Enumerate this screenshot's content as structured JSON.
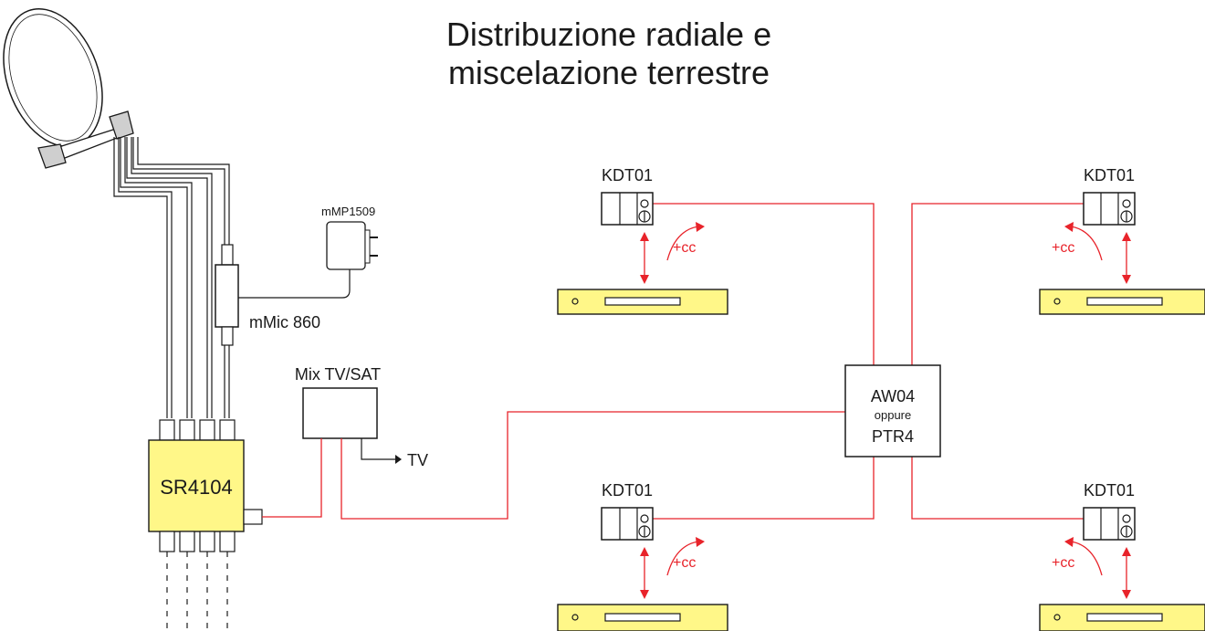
{
  "title": {
    "line1": "Distribuzione radiale e",
    "line2": "miscelazione terrestre"
  },
  "labels": {
    "power_supply": "mMP1509",
    "inserter": "mMic 860",
    "multiswitch": "SR4104",
    "mixer": "Mix TV/SAT",
    "tv": "TV",
    "splitter_line1": "AW04",
    "splitter_line2": "oppure",
    "splitter_line3": "PTR4",
    "socket": "KDT01",
    "dc_voltage": "+cc"
  },
  "colors": {
    "wire": "#e8232a",
    "receiver": "#fff788",
    "multiswitch": "#fff788"
  }
}
